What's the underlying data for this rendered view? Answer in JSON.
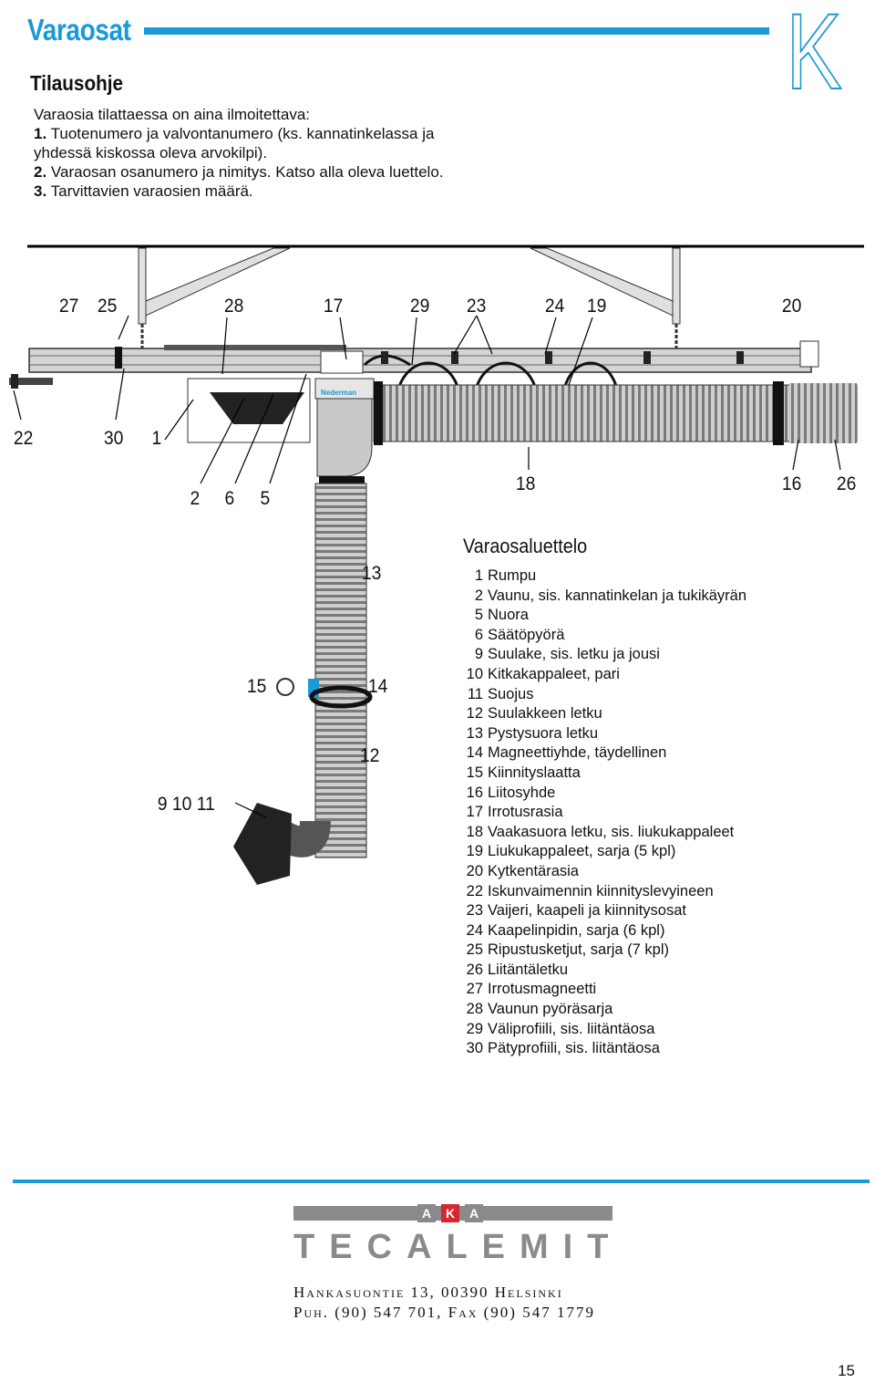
{
  "header": {
    "title": "Varaosat",
    "corner_letter": "K"
  },
  "order_instructions": {
    "heading": "Tilausohje",
    "intro": "Varaosia tilattaessa on aina ilmoitettava:",
    "items": [
      {
        "num": "1.",
        "text": "Tuotenumero ja valvontanumero (ks. kannatinkelassa ja"
      },
      {
        "num": "",
        "text": "yhdessä kiskossa oleva arvokilpi)."
      },
      {
        "num": "2.",
        "text": "Varaosan osanumero ja nimitys. Katso alla oleva luettelo."
      },
      {
        "num": "3.",
        "text": "Tarvittavien varaosien määrä."
      }
    ]
  },
  "diagram": {
    "brand_label": "Nederman",
    "callouts": {
      "c27": "27",
      "c25": "25",
      "c28": "28",
      "c17": "17",
      "c29": "29",
      "c23": "23",
      "c24": "24",
      "c19": "19",
      "c20": "20",
      "c22": "22",
      "c30": "30",
      "c1": "1",
      "c2": "2",
      "c6": "6",
      "c5": "5",
      "c18": "18",
      "c16": "16",
      "c26": "26",
      "c13": "13",
      "c15": "15",
      "c14": "14",
      "c12": "12",
      "c91011": "9 10 11"
    }
  },
  "parts_list": {
    "title": "Varaosaluettelo",
    "items": [
      {
        "num": "1",
        "text": "Rumpu"
      },
      {
        "num": "2",
        "text": "Vaunu, sis. kannatinkelan ja tukikäyrän"
      },
      {
        "num": "5",
        "text": "Nuora"
      },
      {
        "num": "6",
        "text": "Säätöpyörä"
      },
      {
        "num": "9",
        "text": "Suulake, sis. letku ja jousi"
      },
      {
        "num": "10",
        "text": "Kitkakappaleet, pari"
      },
      {
        "num": "11",
        "text": "Suojus"
      },
      {
        "num": "12",
        "text": "Suulakkeen letku"
      },
      {
        "num": "13",
        "text": "Pystysuora letku"
      },
      {
        "num": "14",
        "text": "Magneettiyhde, täydellinen"
      },
      {
        "num": "15",
        "text": "Kiinnityslaatta"
      },
      {
        "num": "16",
        "text": "Liitosyhde"
      },
      {
        "num": "17",
        "text": "Irrotusrasia"
      },
      {
        "num": "18",
        "text": "Vaakasuora letku, sis. liukukappaleet"
      },
      {
        "num": "19",
        "text": "Liukukappaleet, sarja (5 kpl)"
      },
      {
        "num": "20",
        "text": "Kytkentärasia"
      },
      {
        "num": "22",
        "text": "Iskunvaimennin kiinnityslevyineen"
      },
      {
        "num": "23",
        "text": "Vaijeri, kaapeli ja kiinnitysosat"
      },
      {
        "num": "24",
        "text": "Kaapelinpidin, sarja (6 kpl)"
      },
      {
        "num": "25",
        "text": "Ripustusketjut, sarja (7 kpl)"
      },
      {
        "num": "26",
        "text": "Liitäntäletku"
      },
      {
        "num": "27",
        "text": "Irrotusmagneetti"
      },
      {
        "num": "28",
        "text": "Vaunun pyöräsarja"
      },
      {
        "num": "29",
        "text": "Väliprofiili, sis. liitäntäosa"
      },
      {
        "num": "30",
        "text": "Pätyprofiili, sis. liitäntäosa"
      }
    ]
  },
  "footer": {
    "logo_letters": [
      "A",
      "K",
      "A"
    ],
    "brand": "TECALEMIT",
    "address_line1": "Hankasuontie 13, 00390 Helsinki",
    "address_line2": "Puh. (90) 547 701, Fax (90) 547 1779",
    "page_number": "15"
  },
  "colors": {
    "accent": "#1a9ad6",
    "logo_gray": "#8a8a8a",
    "aka_red": "#d7262f",
    "hose_gray": "#9a9a9a",
    "rail_gray": "#c8c8c8"
  }
}
